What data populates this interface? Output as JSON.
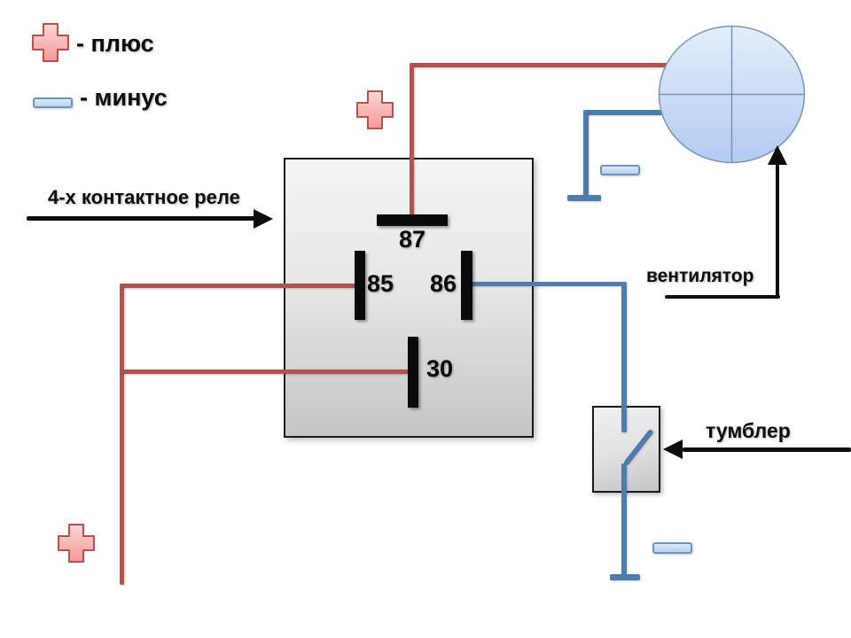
{
  "legend": {
    "plus_label": "- плюс",
    "minus_label": "- минус"
  },
  "labels": {
    "relay": "4-х контактное реле",
    "fan": "вентилятор",
    "switch": "тумблер"
  },
  "relay": {
    "pins": [
      "87",
      "85",
      "86",
      "30"
    ]
  },
  "colors": {
    "wire_plus": "#b05451",
    "wire_minus": "#4e7dab",
    "arrow_color": "#0d0d0d",
    "text_color": "#0d0d0d",
    "pin_color": "#0a0a0a",
    "plus_fill_light": "#fbd6d4",
    "plus_fill_dark": "#f19b98",
    "plus_border": "#b5524e",
    "minus_fill_light": "#ddeafa",
    "minus_fill_dark": "#b7d1ef",
    "minus_border": "#6d93c0",
    "box_border": "#1a1a1a",
    "box_fill_light": "#f4f4f4",
    "box_fill_dark": "#c5c5c5",
    "fan_fill_light": "#e4eefb",
    "fan_fill_dark": "#b2cbf0",
    "fan_border": "#7a94b8"
  }
}
